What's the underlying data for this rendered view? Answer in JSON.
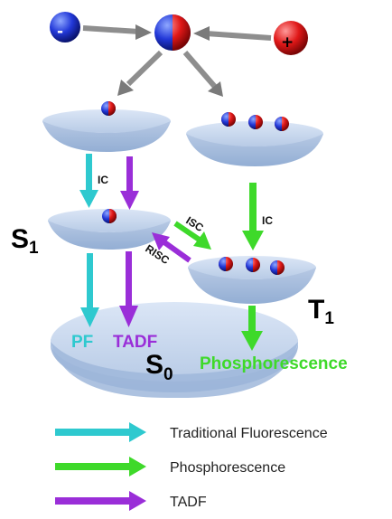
{
  "states": {
    "s1": {
      "main": "S",
      "sub": "1"
    },
    "t1": {
      "main": "T",
      "sub": "1"
    },
    "s0": {
      "main": "S",
      "sub": "0"
    }
  },
  "process_labels": {
    "ic_left": "IC",
    "ic_right": "IC",
    "isc": "ISC",
    "risc": "RISC"
  },
  "emission_labels": {
    "pf": "PF",
    "tadf": "TADF",
    "phos": "Phosphorescence"
  },
  "charges": {
    "minus": "-",
    "plus": "+"
  },
  "legend": [
    {
      "label": "Traditional Fluorescence",
      "color": "#2ec9cf",
      "icon": "cyan-arrow-icon"
    },
    {
      "label": "Phosphorescence",
      "color": "#3ed92a",
      "icon": "green-arrow-icon"
    },
    {
      "label": "TADF",
      "color": "#9a2ed8",
      "icon": "purple-arrow-icon"
    }
  ],
  "colors": {
    "cyan": "#2ec9cf",
    "green": "#3ed92a",
    "purple": "#9a2ed8",
    "gray_arrow": "#8a8a8a",
    "disk": "#c3d3ea",
    "electron": "#2233cc",
    "hole": "#e01818"
  }
}
